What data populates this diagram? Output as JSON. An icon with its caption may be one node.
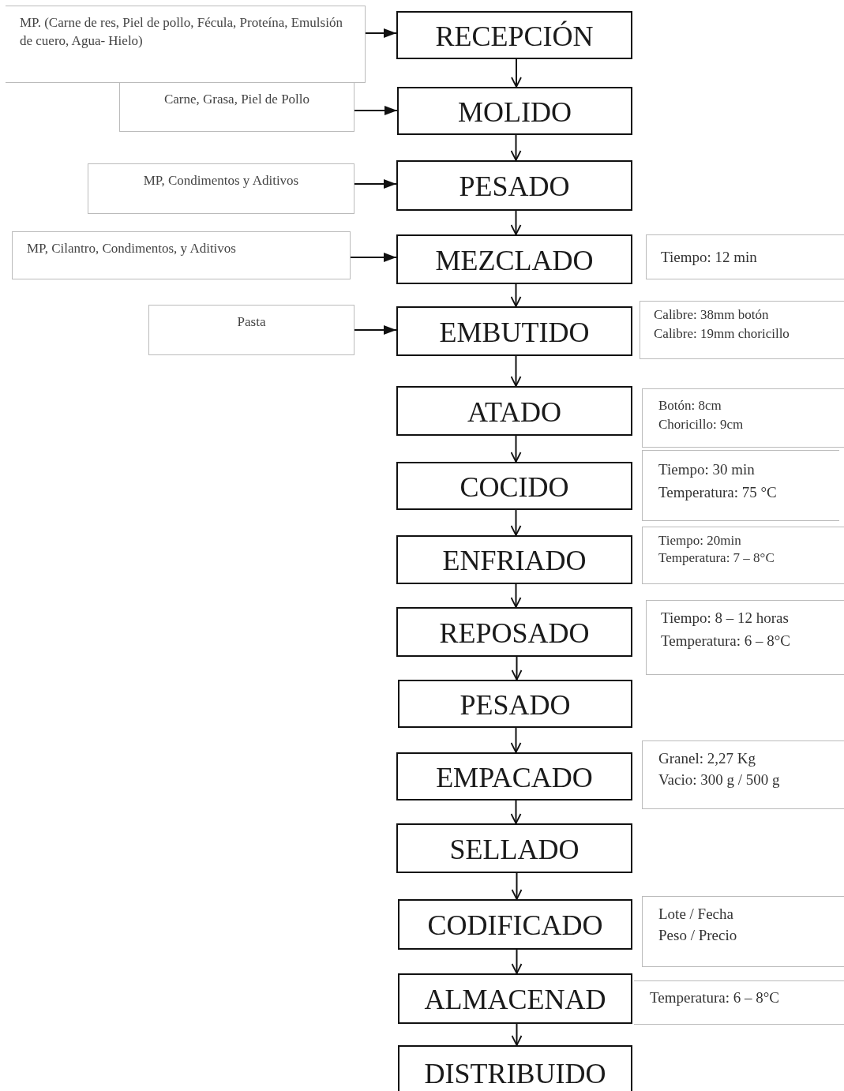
{
  "diagram": {
    "nodes": [
      {
        "text": [
          "RECEPCIÓN"
        ]
      },
      {
        "text": [
          "MOLIDO"
        ]
      },
      {
        "text": [
          "PESADO"
        ]
      },
      {
        "text": [
          "MEZCLADO"
        ]
      },
      {
        "text": [
          "EMBUTIDO"
        ]
      },
      {
        "text": [
          "ATADO"
        ]
      },
      {
        "text": [
          "COCIDO"
        ]
      },
      {
        "text": [
          "ENFRIADO"
        ]
      },
      {
        "text": [
          "REPOSADO"
        ]
      },
      {
        "text": [
          "PESADO"
        ]
      },
      {
        "text": [
          "EMPACADO"
        ]
      },
      {
        "text": [
          "SELLADO"
        ]
      },
      {
        "text": [
          "CODIFICADO"
        ]
      },
      {
        "text": [
          "ALMACENAD"
        ]
      },
      {
        "text": [
          "DISTRIBUIDO"
        ]
      },
      {
        "text": [
          "MP. (Carne de res, Piel de pollo, Fécula, Proteína, Emulsión de cuero, Agua- Hielo)"
        ]
      },
      {
        "text": [
          "Carne, Grasa, Piel de Pollo"
        ]
      },
      {
        "text": [
          "MP, Condimentos y Aditivos"
        ]
      },
      {
        "text": [
          "MP,  Cilantro, Condimentos, y Aditivos"
        ]
      },
      {
        "text": [
          "Pasta"
        ]
      },
      {
        "text": [
          "Tiempo:  12 min"
        ]
      },
      {
        "text": [
          "Calibre: 38mm botón",
          "Calibre: 19mm choricillo"
        ]
      },
      {
        "text": [
          "Botón: 8cm",
          "Choricillo: 9cm"
        ]
      },
      {
        "text": [
          "Tiempo: 30 min",
          "Temperatura: 75 °C"
        ]
      },
      {
        "text": [
          "Tiempo:   20min",
          "Temperatura: 7 – 8°C"
        ]
      },
      {
        "text": [
          "Tiempo: 8 – 12 horas",
          "Temperatura: 6 – 8°C"
        ]
      },
      {
        "text": [
          "Granel: 2,27 Kg",
          "Vacio: 300 g / 500 g"
        ]
      },
      {
        "text": [
          "Lote / Fecha",
          "Peso / Precio"
        ]
      },
      {
        "text": [
          "Temperatura: 6 – 8°C"
        ]
      }
    ],
    "edges": [
      {
        "from": 0,
        "to": 1,
        "arrow": "to"
      },
      {
        "from": 1,
        "to": 2,
        "arrow": "to"
      },
      {
        "from": 2,
        "to": 3,
        "arrow": "to"
      },
      {
        "from": 3,
        "to": 4,
        "arrow": "to"
      },
      {
        "from": 4,
        "to": 5,
        "arrow": "to"
      },
      {
        "from": 5,
        "to": 6,
        "arrow": "to"
      },
      {
        "from": 6,
        "to": 7,
        "arrow": "to"
      },
      {
        "from": 7,
        "to": 8,
        "arrow": "to"
      },
      {
        "from": 8,
        "to": 9,
        "arrow": "to"
      },
      {
        "from": 9,
        "to": 10,
        "arrow": "to"
      },
      {
        "from": 10,
        "to": 11,
        "arrow": "to"
      },
      {
        "from": 11,
        "to": 12,
        "arrow": "to"
      },
      {
        "from": 12,
        "to": 13,
        "arrow": "to"
      },
      {
        "from": 13,
        "to": 14,
        "arrow": "to"
      },
      {
        "from": 15,
        "to": 0,
        "arrow": "to"
      },
      {
        "from": 16,
        "to": 1,
        "arrow": "to"
      },
      {
        "from": 17,
        "to": 2,
        "arrow": "to"
      },
      {
        "from": 18,
        "to": 3,
        "arrow": "to"
      },
      {
        "from": 19,
        "to": 4,
        "arrow": "to"
      }
    ]
  }
}
